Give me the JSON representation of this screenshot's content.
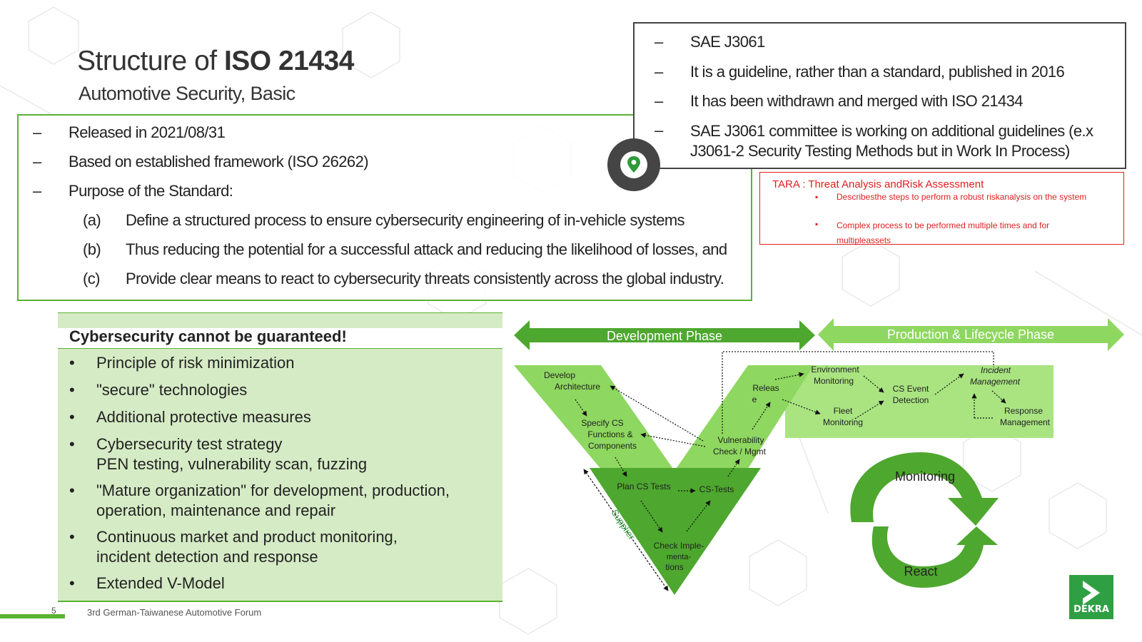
{
  "header": {
    "title_prefix": "Structure of ",
    "title_bold": "ISO 21434",
    "subtitle": "Automotive Security, Basic"
  },
  "intro": {
    "dash": "–",
    "items": [
      "Released in 2021/08/31",
      "Based on established framework (ISO 26262)",
      "Purpose of the Standard:"
    ],
    "purposes": [
      {
        "label": "(a)",
        "text": "Define a structured process to ensure cybersecurity engineering of in-vehicle systems"
      },
      {
        "label": "(b)",
        "text": "Thus reducing the potential for a successful attack and reducing the likelihood of losses, and"
      },
      {
        "label": "(c)",
        "text": "Provide clear means to react to cybersecurity threats consistently across the global industry."
      }
    ]
  },
  "sae": {
    "items": [
      "SAE J3061",
      "It is a guideline, rather than a standard, published in 2016",
      "It has been withdrawn and merged with ISO 21434",
      "SAE J3061 committee is working on additional guidelines (e.x J3061-2 Security Testing Methods but in Work In Process)"
    ]
  },
  "location_icon": "map-pin-icon",
  "tara": {
    "heading": "TARA : Threat Analysis andRisk  Assessment",
    "bullet": "▪",
    "items": [
      "Describesthe steps to perform a robust riskanalysis  on the system",
      "Complex process to be performed multiple times  and for multipleassets"
    ]
  },
  "cyber": {
    "heading": "Cybersecurity cannot be guaranteed!",
    "bullet": "•",
    "items": [
      [
        "Principle of risk minimization"
      ],
      [
        "\"secure\" technologies"
      ],
      [
        "Additional protective measures"
      ],
      [
        "Cybersecurity test strategy",
        "PEN testing, vulnerability scan, fuzzing"
      ],
      [
        "\"Mature organization\" for development, production,",
        "operation,  maintenance  and repair"
      ],
      [
        "Continuous market and product  monitoring,",
        "incident detection and response"
      ],
      [
        "Extended V-Model"
      ]
    ]
  },
  "diagram": {
    "dev_phase": "Development Phase",
    "prod_phase": "Production & Lifecycle Phase",
    "develop_arch": [
      "Develop",
      "Architecture"
    ],
    "specify_cs": [
      "Specify CS",
      "Functions &",
      "Components"
    ],
    "plan_cs": "Plan CS Tests",
    "cs_tests": "CS-Tests",
    "check_impl": [
      "Check Imple-",
      "menta-",
      "tions"
    ],
    "vuln": [
      "Vulnerability",
      "Check / Mgmt"
    ],
    "release": [
      "Releas",
      "e"
    ],
    "env_mon": [
      "Environment",
      "Monitoring"
    ],
    "fleet_mon": [
      "Fleet",
      "Monitoring"
    ],
    "cs_event": [
      "CS Event",
      "Detection"
    ],
    "incident": [
      "Incident",
      "Management"
    ],
    "response": [
      "Response",
      "Management"
    ],
    "supplier": "Supplier",
    "monitoring": "Monitoring",
    "react": "React"
  },
  "footer": {
    "page": "5",
    "text": "3rd German-Taiwanese Automotive Forum",
    "logo_text": "DEKRA"
  },
  "colors": {
    "accent": "#5ab232",
    "light_green": "#d5ebc5",
    "red": "#e02020",
    "dekra": "#2ea043"
  }
}
